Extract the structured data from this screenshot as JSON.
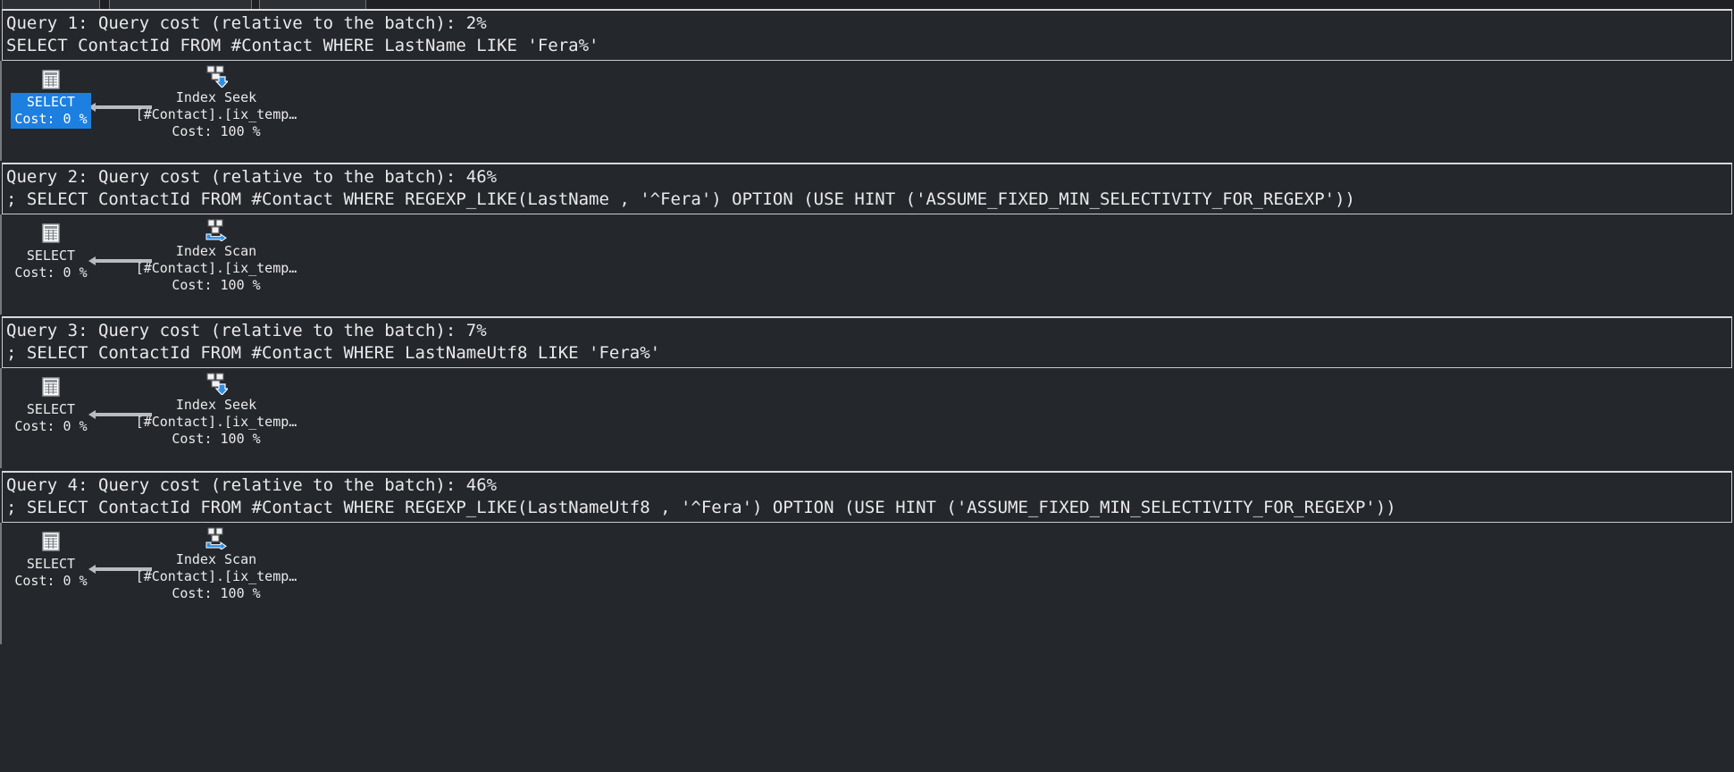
{
  "window": {
    "background_color": "#24282c",
    "accent_color": "#1d7fe0",
    "tabs": [
      {
        "label": ""
      },
      {
        "label": ""
      },
      {
        "label": ""
      }
    ]
  },
  "queries": [
    {
      "id": "query-1",
      "header": "Query 1: Query cost (relative to the batch): 2%",
      "sql": "SELECT ContactId FROM #Contact WHERE LastName LIKE 'Fera%'",
      "cost_percent": "2%",
      "nodes": [
        {
          "name": "select-node",
          "icon": "result-grid-icon",
          "label": "SELECT",
          "cost": "Cost: 0 %",
          "selected": true
        },
        {
          "name": "index-operator-node",
          "icon": "index-seek-icon",
          "label": "Index Seek",
          "object": "[#Contact].[ix_temp…",
          "cost": "Cost: 100 %",
          "selected": false
        }
      ]
    },
    {
      "id": "query-2",
      "header": "Query 2: Query cost (relative to the batch): 46%",
      "sql": "; SELECT ContactId FROM #Contact WHERE REGEXP_LIKE(LastName , '^Fera') OPTION (USE HINT ('ASSUME_FIXED_MIN_SELECTIVITY_FOR_REGEXP'))",
      "cost_percent": "46%",
      "nodes": [
        {
          "name": "select-node",
          "icon": "result-grid-icon",
          "label": "SELECT",
          "cost": "Cost: 0 %",
          "selected": false
        },
        {
          "name": "index-operator-node",
          "icon": "index-scan-icon",
          "label": "Index Scan",
          "object": "[#Contact].[ix_temp…",
          "cost": "Cost: 100 %",
          "selected": false
        }
      ]
    },
    {
      "id": "query-3",
      "header": "Query 3: Query cost (relative to the batch): 7%",
      "sql": "; SELECT ContactId FROM #Contact WHERE LastNameUtf8 LIKE 'Fera%'",
      "cost_percent": "7%",
      "nodes": [
        {
          "name": "select-node",
          "icon": "result-grid-icon",
          "label": "SELECT",
          "cost": "Cost: 0 %",
          "selected": false
        },
        {
          "name": "index-operator-node",
          "icon": "index-seek-icon",
          "label": "Index Seek",
          "object": "[#Contact].[ix_temp…",
          "cost": "Cost: 100 %",
          "selected": false
        }
      ]
    },
    {
      "id": "query-4",
      "header": "Query 4: Query cost (relative to the batch): 46%",
      "sql": "; SELECT ContactId FROM #Contact WHERE REGEXP_LIKE(LastNameUtf8 , '^Fera') OPTION (USE HINT ('ASSUME_FIXED_MIN_SELECTIVITY_FOR_REGEXP'))",
      "cost_percent": "46%",
      "nodes": [
        {
          "name": "select-node",
          "icon": "result-grid-icon",
          "label": "SELECT",
          "cost": "Cost: 0 %",
          "selected": false
        },
        {
          "name": "index-operator-node",
          "icon": "index-scan-icon",
          "label": "Index Scan",
          "object": "[#Contact].[ix_temp…",
          "cost": "Cost: 100 %",
          "selected": false
        }
      ]
    }
  ]
}
